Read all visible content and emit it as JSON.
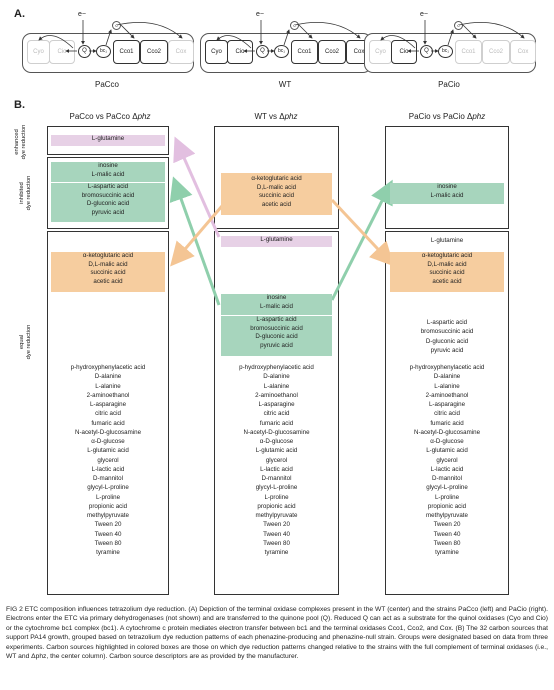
{
  "panel_a": {
    "label": "A.",
    "electron": "e−",
    "strains": [
      {
        "name": "PaCco",
        "boxes": [
          {
            "t": "Cyo",
            "dim": true
          },
          {
            "t": "Cio",
            "dim": true
          },
          {
            "t": "Cco1",
            "dim": false
          },
          {
            "t": "Cco2",
            "dim": false
          },
          {
            "t": "Cox",
            "dim": true
          }
        ]
      },
      {
        "name": "WT",
        "boxes": [
          {
            "t": "Cyo",
            "dim": false
          },
          {
            "t": "Cio",
            "dim": false
          },
          {
            "t": "Cco1",
            "dim": false
          },
          {
            "t": "Cco2",
            "dim": false
          },
          {
            "t": "Cox",
            "dim": false
          }
        ]
      },
      {
        "name": "PaCio",
        "boxes": [
          {
            "t": "Cyo",
            "dim": true
          },
          {
            "t": "Cio",
            "dim": false
          },
          {
            "t": "Cco1",
            "dim": true
          },
          {
            "t": "Cco2",
            "dim": true
          },
          {
            "t": "Cox",
            "dim": true
          }
        ]
      }
    ],
    "q": "Q",
    "bc1": "bc₁",
    "c": "c"
  },
  "panel_b": {
    "label": "B.",
    "columns": [
      {
        "prefix": "PaCco vs PaCco Δ",
        "italic": "phz"
      },
      {
        "prefix": "WT vs Δ",
        "italic": "phz"
      },
      {
        "prefix": "PaCio vs PaCio Δ",
        "italic": "phz"
      }
    ],
    "row_labels": {
      "enhanced": "enhanced\ndye reduction",
      "inhibited": "inhibited\ndye reduction",
      "equal": "equal\ndye reduction"
    },
    "left": {
      "enhanced": [
        "L-glutamine"
      ],
      "inhibited_a": [
        "inosine",
        "L-malic acid"
      ],
      "inhibited_b": [
        "L-aspartic acid",
        "bromosuccinic acid",
        "D-gluconic acid",
        "pyruvic acid"
      ],
      "equal_orange": [
        "α-ketoglutaric acid",
        "D,L-malic acid",
        "succinic acid",
        "acetic acid"
      ]
    },
    "center": {
      "inhibited_orange": [
        "α-ketoglutaric acid",
        "D,L-malic acid",
        "succinic acid",
        "acetic acid"
      ],
      "equal_pink": [
        "L-glutamine"
      ],
      "equal_green_a": [
        "inosine",
        "L-malic acid"
      ],
      "equal_green_b": [
        "L-aspartic acid",
        "bromosuccinic acid",
        "D-gluconic acid",
        "pyruvic acid"
      ]
    },
    "right": {
      "inhibited_green": [
        "inosine",
        "L-malic acid"
      ],
      "equal_glutamine": [
        "L-glutamine"
      ],
      "equal_orange": [
        "α-ketoglutaric acid",
        "D,L-malic acid",
        "succinic acid",
        "acetic acid"
      ],
      "equal_extra": [
        "L-aspartic acid",
        "bromosuccinic acid",
        "D-gluconic acid",
        "pyruvic acid"
      ]
    },
    "common": [
      "p-hydroxyphenylacetic acid",
      "D-alanine",
      "L-alanine",
      "2-aminoethanol",
      "L-asparagine",
      "citric acid",
      "fumaric acid",
      "N-acetyl-D-glucosamine",
      "α-D-glucose",
      "L-glutamic acid",
      "glycerol",
      "L-lactic acid",
      "D-mannitol",
      "glycyl-L-proline",
      "L-proline",
      "propionic acid",
      "methylpyruvate",
      "Tween 20",
      "Tween 40",
      "Tween 80",
      "tyramine"
    ],
    "colors": {
      "pink": "#e7d1e6",
      "green": "#a7d5bd",
      "orange": "#f6cd9f",
      "arrow_green": "#8fcfac",
      "arrow_orange": "#f4c594",
      "arrow_pink": "#e2bfe0"
    }
  },
  "caption": "FIG 2 ETC composition influences tetrazolium dye reduction. (A) Depiction of the terminal oxidase complexes present in the WT (center) and the strains PaCco (left) and PaCio (right). Electrons enter the ETC via primary dehydrogenases (not shown) and are transferred to the quinone pool (Q). Reduced Q can act as a substrate for the quinol oxidases (Cyo and Cio) or the cytochrome bc1 complex (bc1). A cytochrome c protein mediates electron transfer between bc1 and the terminal oxidases Cco1, Cco2, and Cox. (B) The 32 carbon sources that support PA14 growth, grouped based on tetrazolium dye reduction patterns of each phenazine-producing and phenazine-null strain. Groups were designated based on data from three experiments. Carbon sources highlighted in colored boxes are those on which dye reduction patterns changed relative to the strains with the full complement of terminal oxidases (i.e., WT and Δphz, the center column). Carbon source descriptors are as provided by the manufacturer."
}
